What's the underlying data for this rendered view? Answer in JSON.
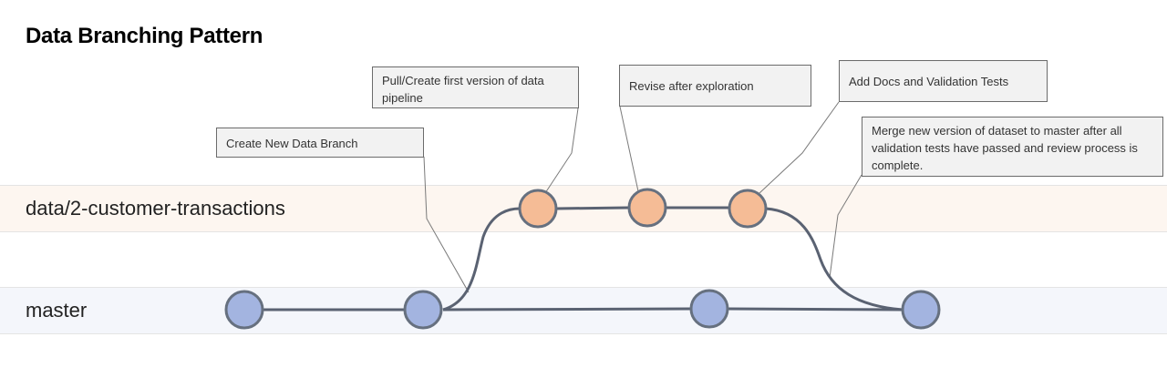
{
  "title": "Data Branching Pattern",
  "lanes": {
    "data": "data/2-customer-transactions",
    "master": "master"
  },
  "callouts": {
    "create_branch": "Create New Data Branch",
    "first_version": "Pull/Create first version of data pipeline",
    "revise": "Revise after exploration",
    "docs_tests": "Add Docs and Validation Tests",
    "merge": "Merge new version of dataset to master after all validation tests have passed and review process is complete."
  },
  "colors": {
    "master_node": "#a3b4e0",
    "data_node": "#f5bc96",
    "node_stroke": "#66707f",
    "line": "#5a6272"
  }
}
